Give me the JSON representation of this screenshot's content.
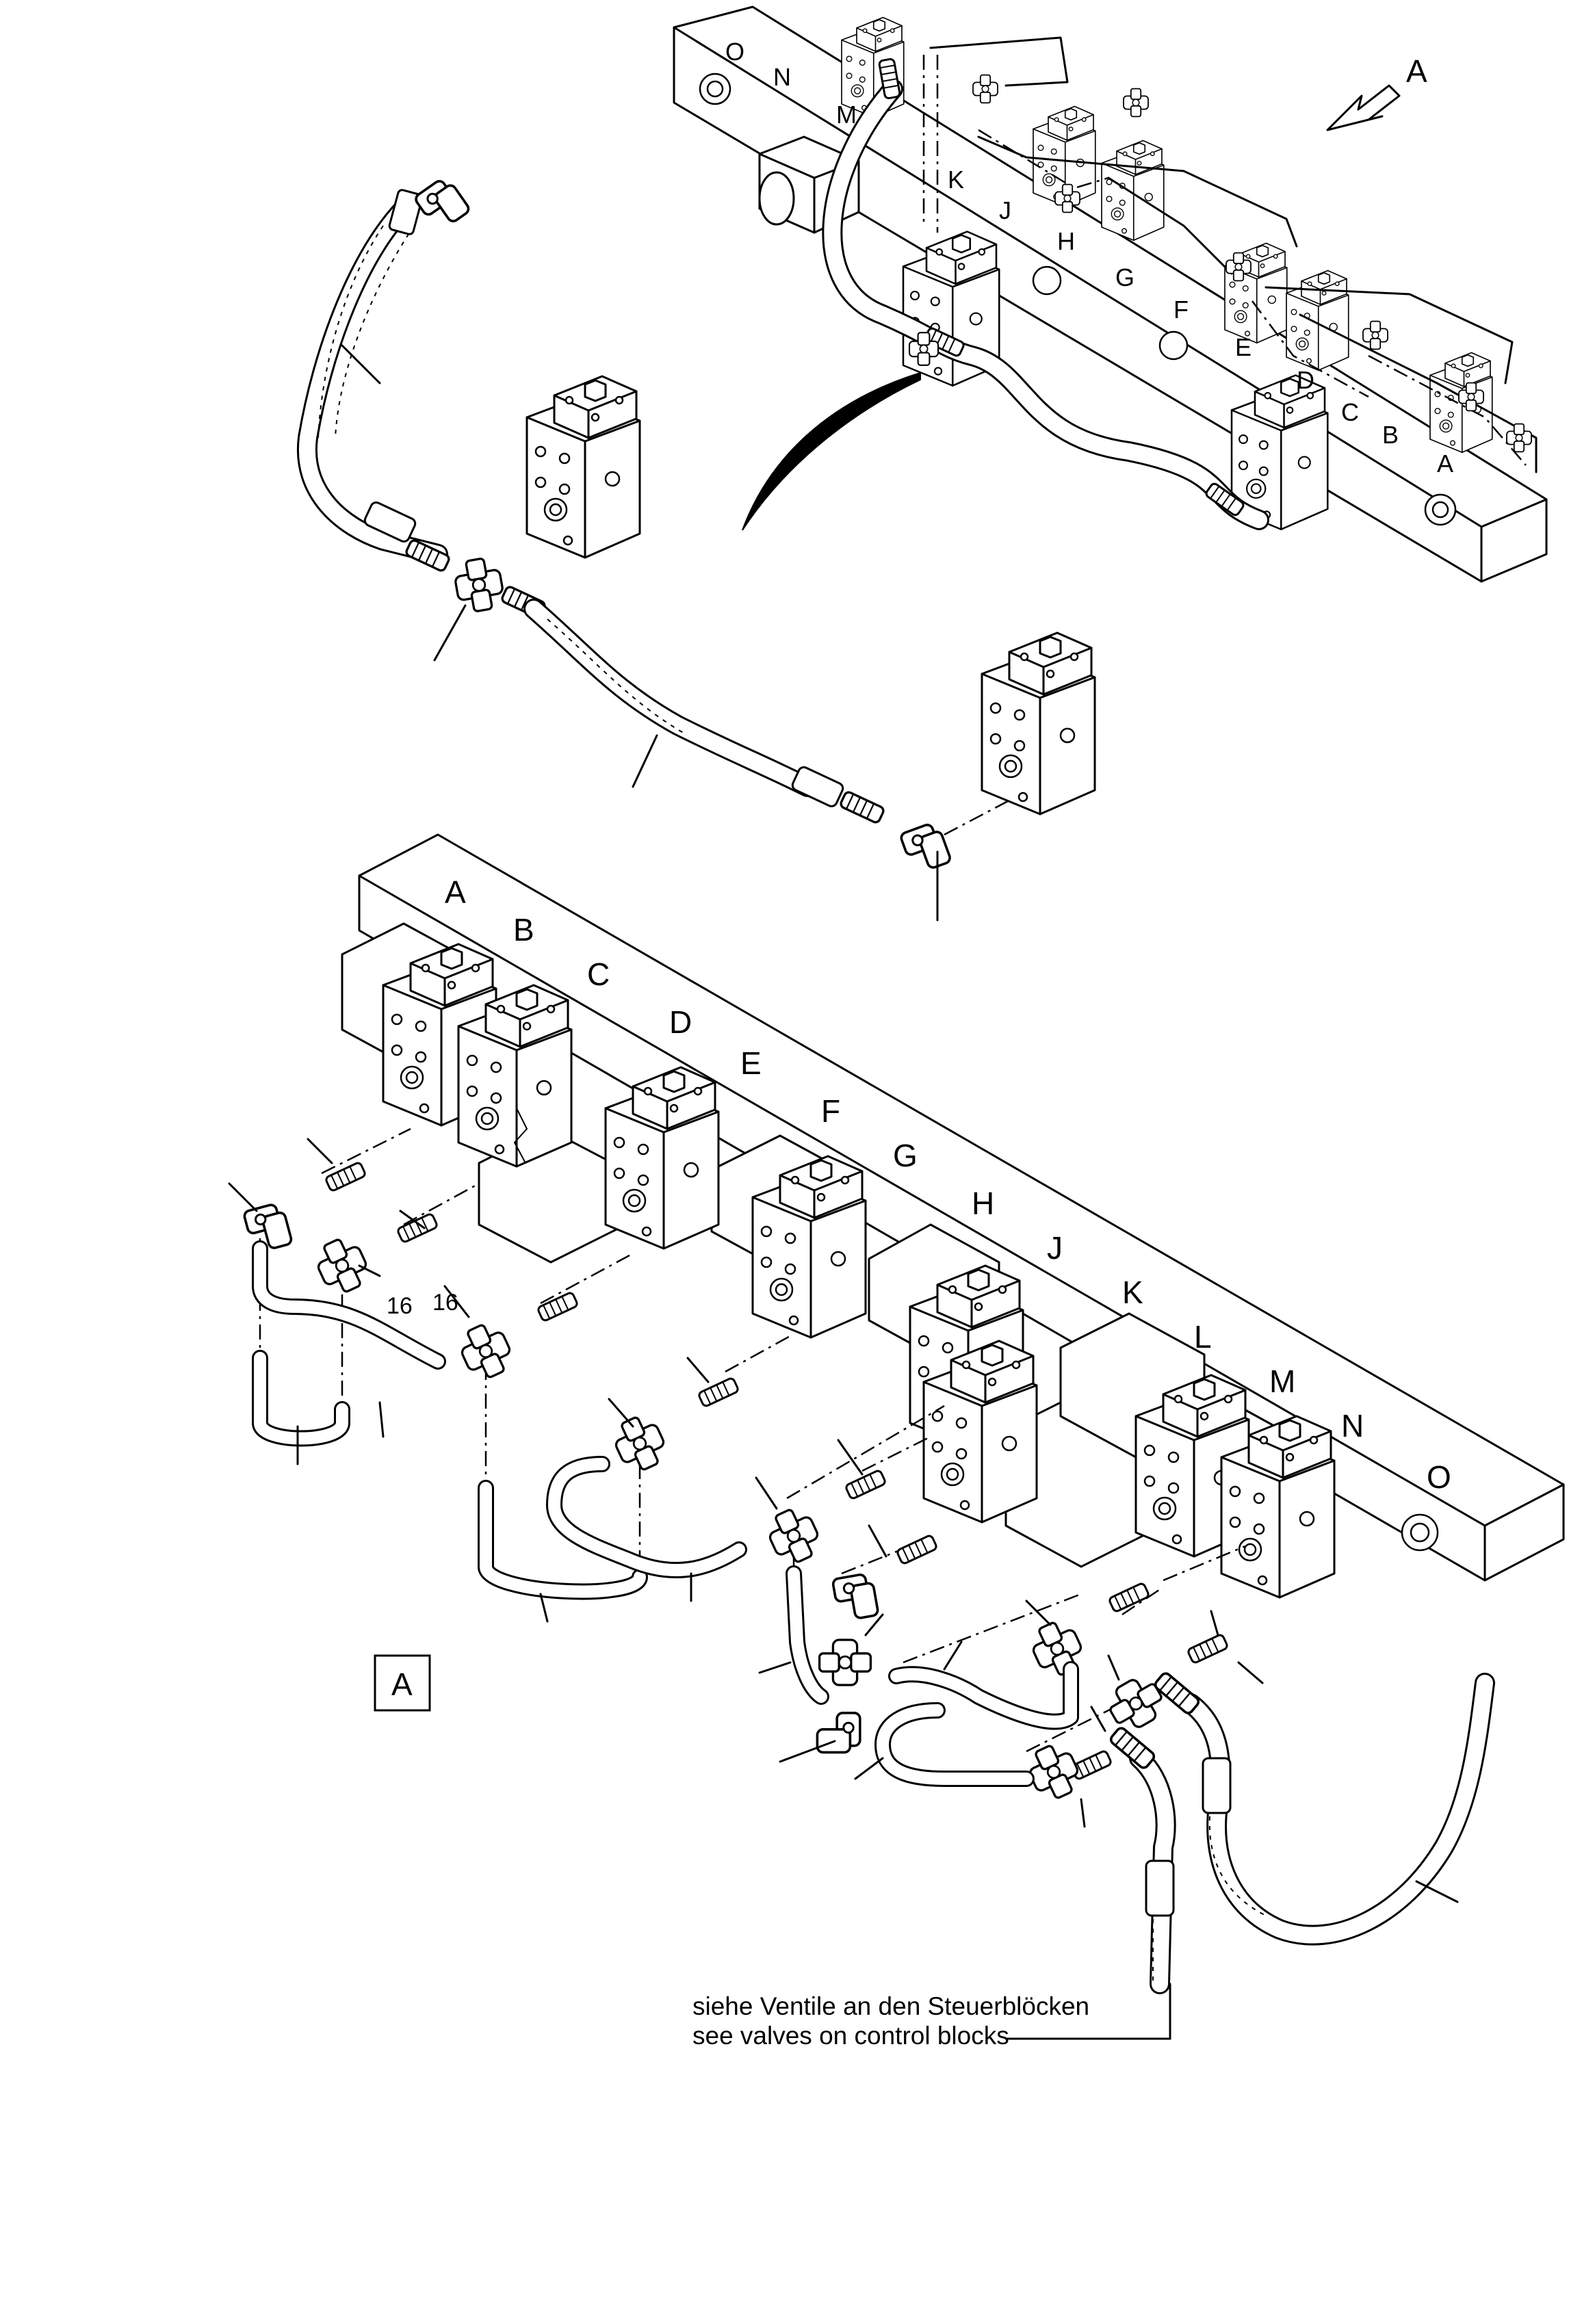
{
  "view_arrow_label": "A",
  "view_box_label": "A",
  "top_section_letters": [
    "O",
    "N",
    "M",
    "K",
    "J",
    "H",
    "G",
    "F",
    "E",
    "D",
    "C",
    "B",
    "A"
  ],
  "main_section_letters": [
    "A",
    "B",
    "C",
    "D",
    "E",
    "F",
    "G",
    "H",
    "J",
    "K",
    "L",
    "M",
    "N",
    "O"
  ],
  "item_numbers": [
    "16",
    "16"
  ],
  "note": {
    "line1": "siehe Ventile an den Steuerblöcken",
    "line2": "see valves on control blocks"
  }
}
